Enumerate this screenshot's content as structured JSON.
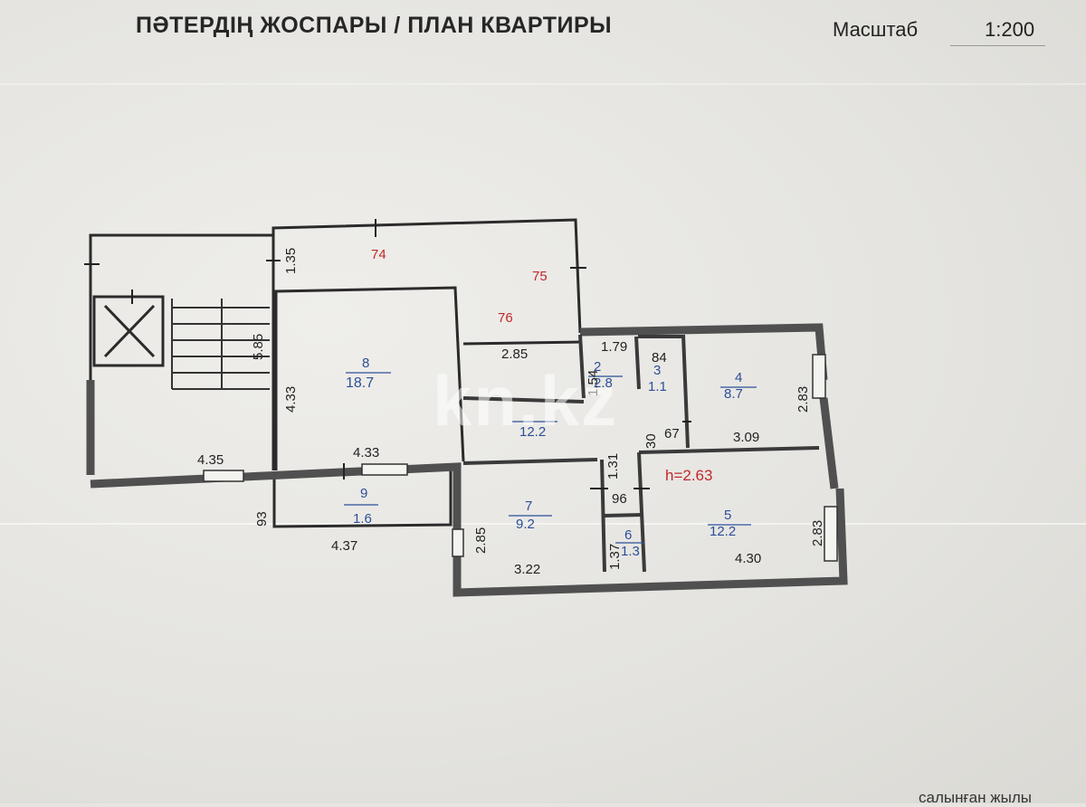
{
  "header": {
    "title": "ПӘТЕРДІҢ ЖОСПАРЫ / ПЛАН КВАРТИРЫ",
    "scale_label": "Масштаб",
    "scale_value": "1:200"
  },
  "plan": {
    "ceiling_height": "h=2.63",
    "axis_marks": [
      "74",
      "75",
      "76"
    ],
    "rooms": [
      {
        "number": "2",
        "area": "2.8"
      },
      {
        "number": "3",
        "area": "1.1"
      },
      {
        "number": "4",
        "area": "8.7"
      },
      {
        "number": "5",
        "area": "12.2"
      },
      {
        "number": "6",
        "area": "1.3"
      },
      {
        "number": "7",
        "area": "9.2"
      },
      {
        "number": "8",
        "area": "18.7"
      },
      {
        "number": "9",
        "area": "1.6"
      },
      {
        "number": "",
        "area": "12.2"
      }
    ],
    "dimensions": [
      "1.35",
      "5.85",
      "4.33",
      "4.35",
      "4.33",
      "93",
      "4.37",
      "2.85",
      "1.79",
      "84",
      "1.54",
      "2.83",
      "3.09",
      "30",
      "67",
      "1.31",
      "96",
      "2.85",
      "3.22",
      "1.37",
      "4.30",
      "2.83"
    ]
  },
  "watermark": "kn.kz",
  "footer": {
    "text": "салынған жылы"
  }
}
